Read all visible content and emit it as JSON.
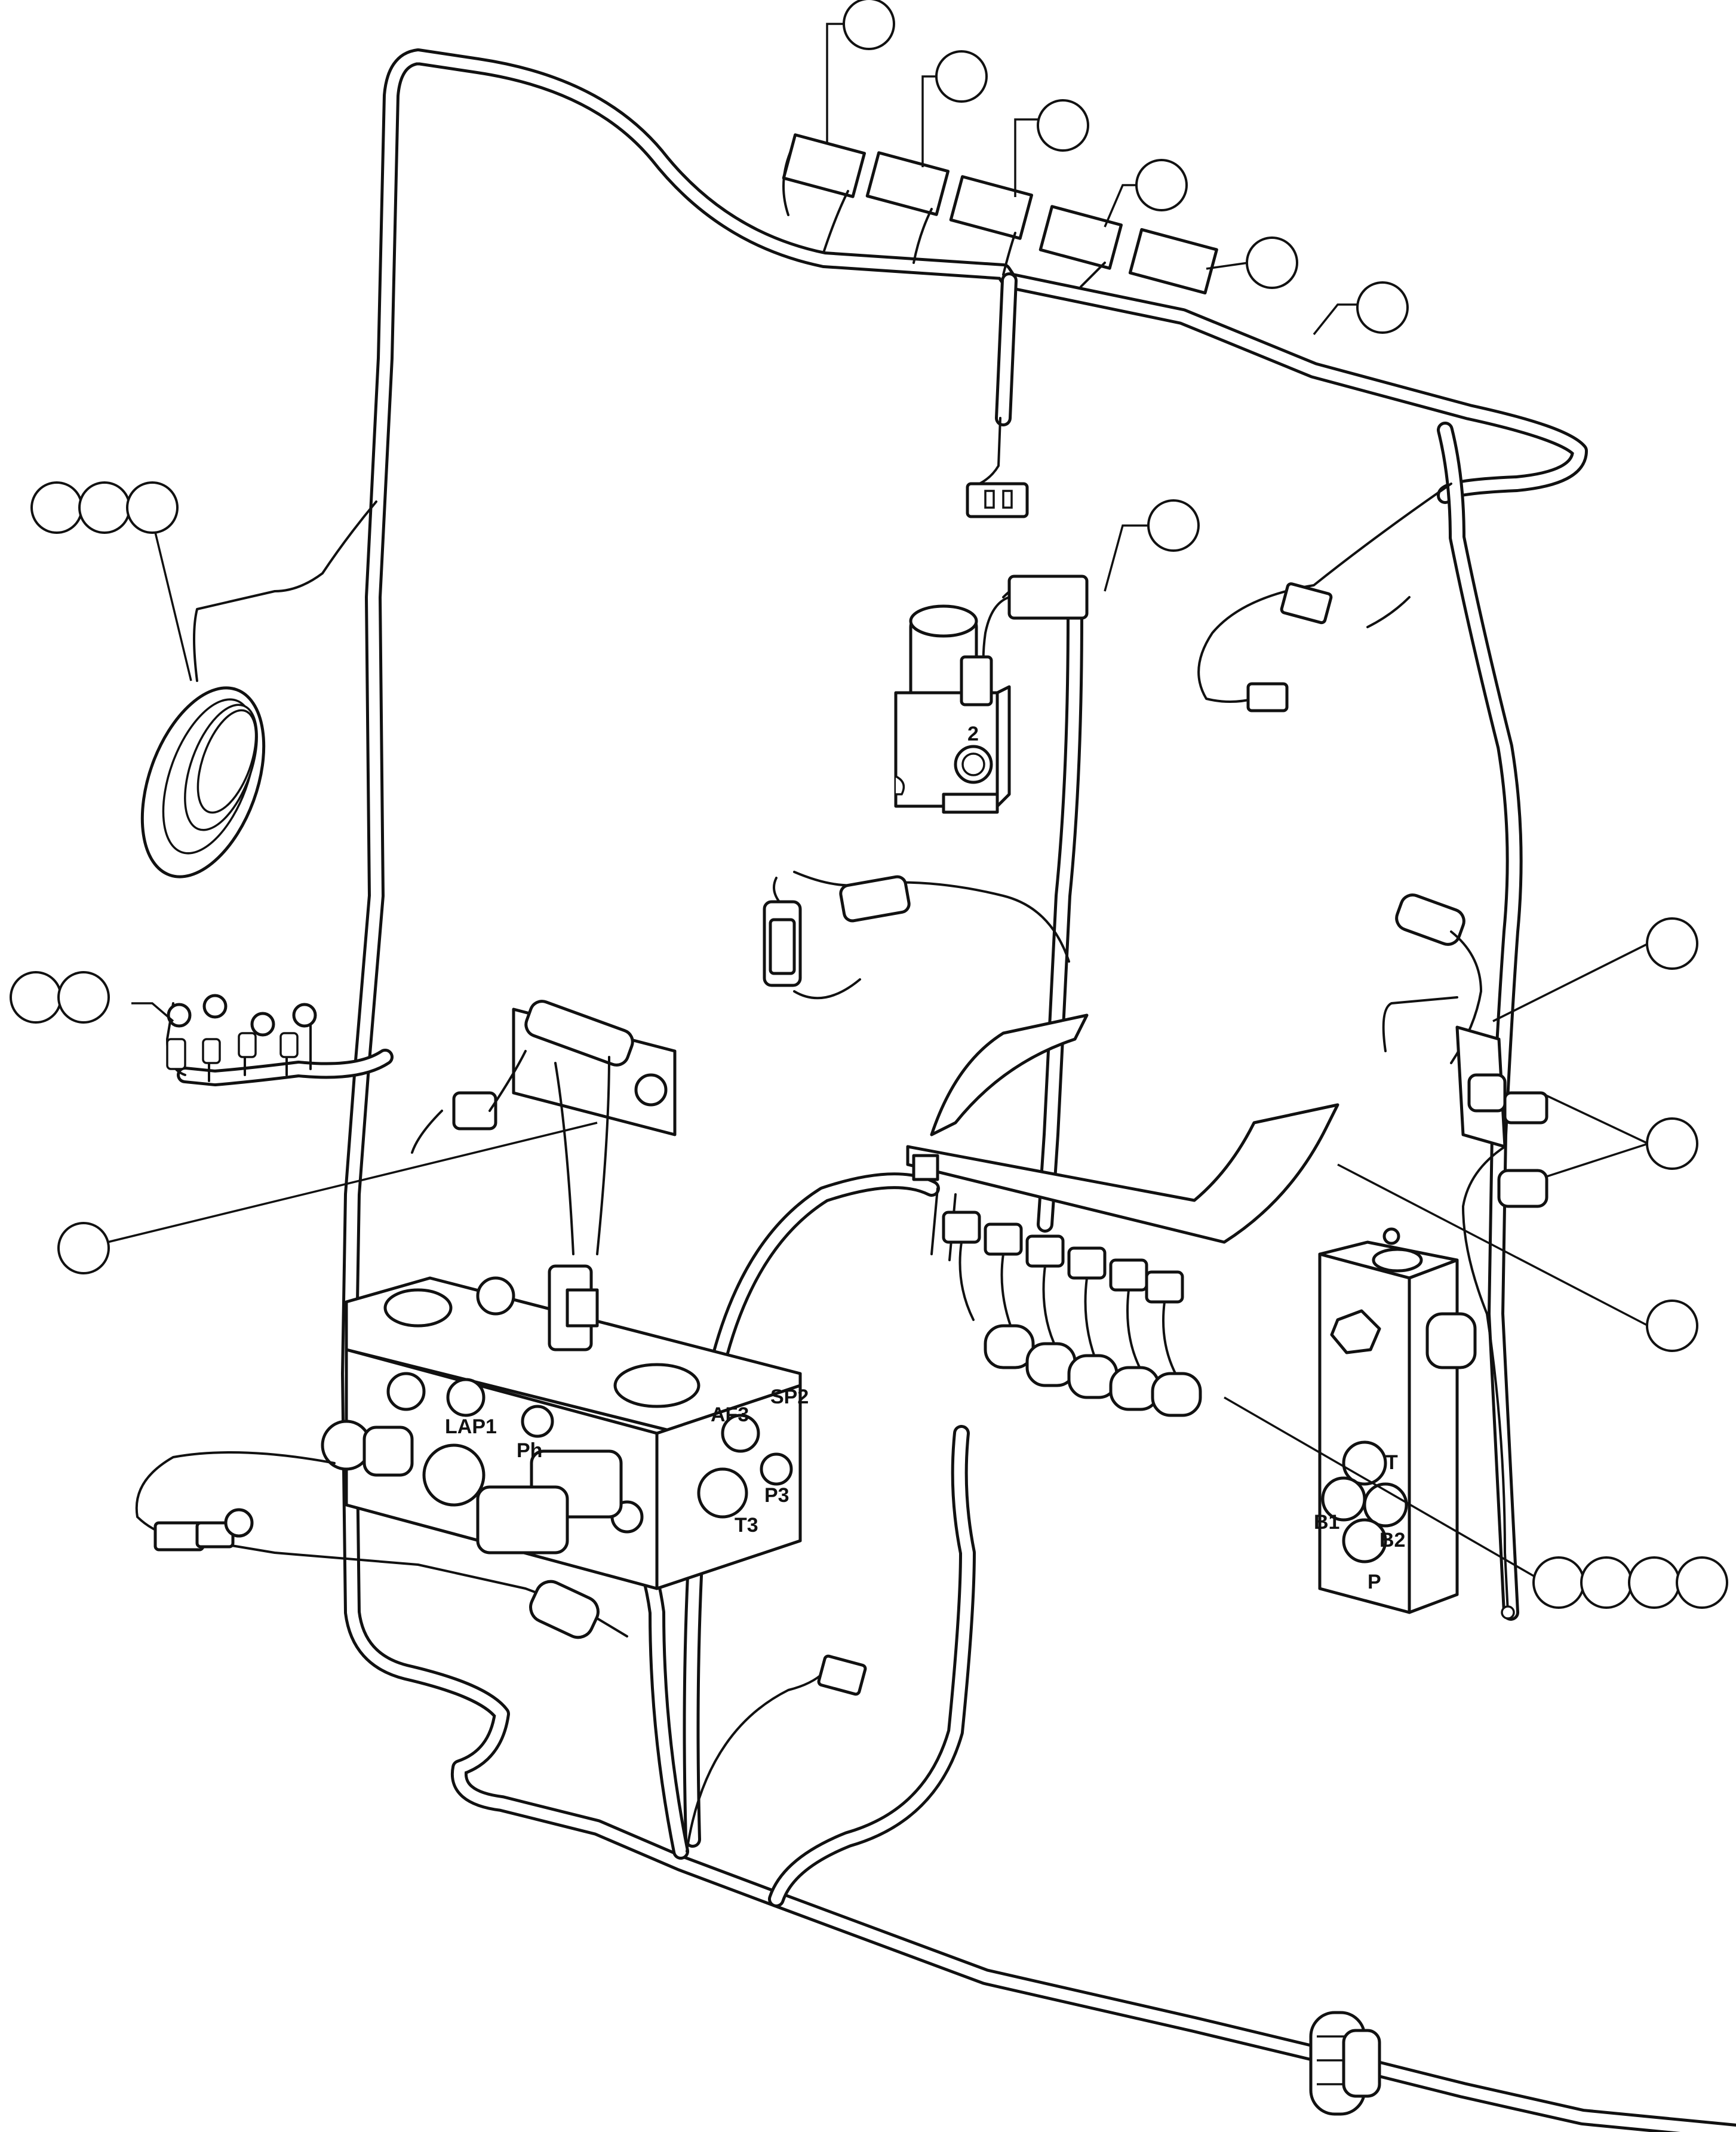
{
  "diagram": {
    "port_labels": {
      "lap1": "LAP1",
      "ph": "Ph",
      "af3": "AF3",
      "sp2": "SP2",
      "p3": "P3",
      "t3": "T3",
      "t": "T",
      "b1": "B1",
      "b2": "B2",
      "p": "P",
      "two": "2"
    }
  }
}
